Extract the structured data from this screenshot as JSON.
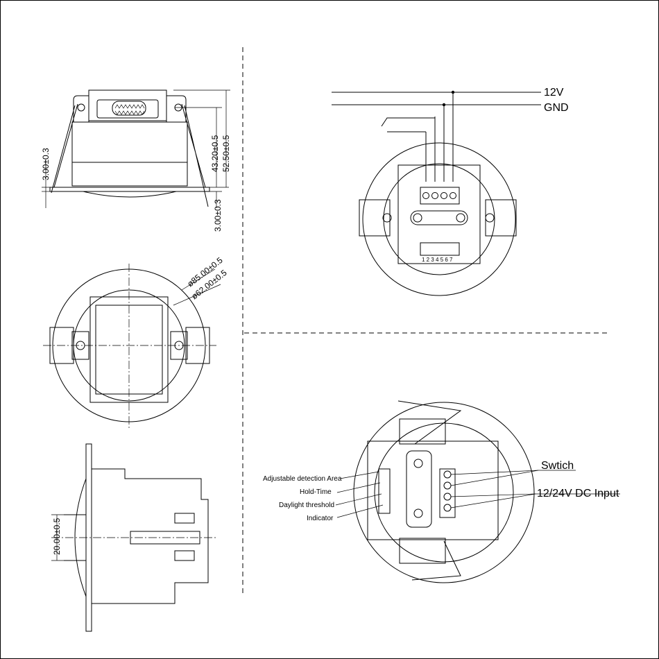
{
  "dimensions": {
    "flange_thickness_left": "3.00±0.3",
    "inner_height": "43.20±0.5",
    "total_height": "52.50±0.5",
    "flange_thickness_right": "3.00±0.3",
    "outer_diameter": "ø85.00±0.5",
    "cutout_diameter": "ø62.00±0.5",
    "body_height": "20.00±0.5"
  },
  "wiring": {
    "supply_label": "12V",
    "ground_label": "GND",
    "dip_numbers": "1 2 3 4 5 6 7"
  },
  "callouts": {
    "adjustable_area": "Adjustable detection Area",
    "hold_time": "Hold-Time",
    "daylight": "Daylight  threshold",
    "indicator": "Indicator",
    "switch": "Swtich",
    "dc_input": "12/24V DC Input"
  }
}
